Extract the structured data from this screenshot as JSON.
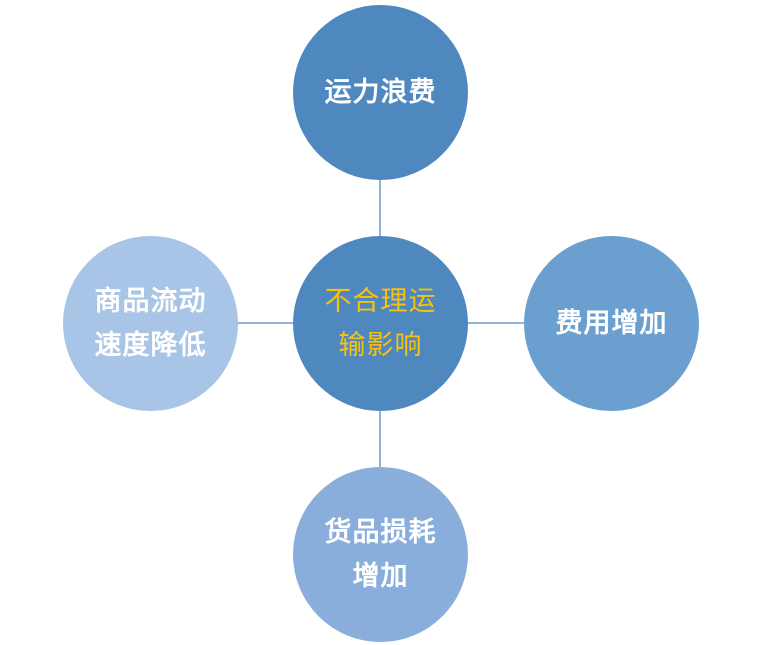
{
  "diagram": {
    "center": {
      "label": "不合理运输影响",
      "fill": "#4f88bf",
      "text_color": "#f5c211"
    },
    "top": {
      "label": "运力浪费",
      "fill": "#4f88bf"
    },
    "right": {
      "label": "费用增加",
      "fill": "#6b9fd0"
    },
    "bottom": {
      "label": "货品损耗增加",
      "fill": "#8aaedb"
    },
    "left": {
      "label": "商品流动速度降低",
      "fill": "#a8c4e6"
    },
    "connector_color": "#8fb3d9"
  }
}
